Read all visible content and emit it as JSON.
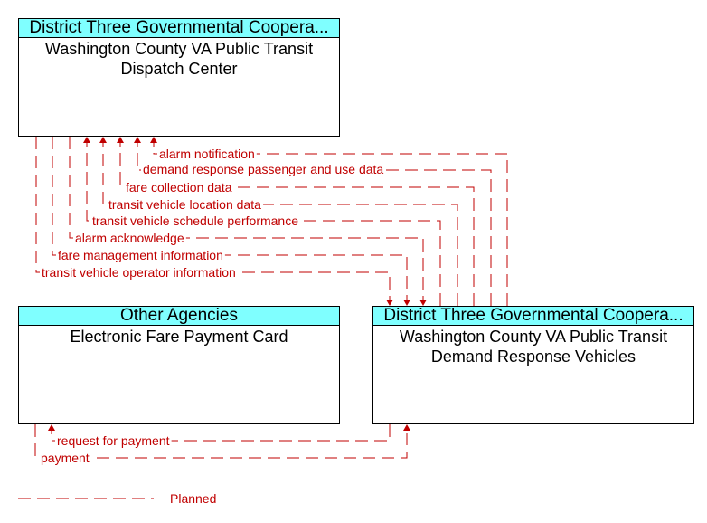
{
  "nodes": {
    "dispatch": {
      "header": "District Three Governmental Coopera...",
      "title": "Washington County VA Public Transit Dispatch Center"
    },
    "other": {
      "header": "Other Agencies",
      "title": "Electronic Fare Payment Card"
    },
    "vehicles": {
      "header": "District Three Governmental Coopera...",
      "title": "Washington County VA Public Transit Demand Response Vehicles"
    }
  },
  "flows": {
    "alarm_notification": "alarm notification",
    "demand_response": "demand response passenger and use data",
    "fare_collection": "fare collection data",
    "vehicle_location": "transit vehicle location data",
    "schedule_performance": "transit vehicle schedule performance",
    "alarm_ack": "alarm acknowledge",
    "fare_management": "fare management information",
    "operator_info": "transit vehicle operator information",
    "request_payment": "request for payment",
    "payment": "payment"
  },
  "legend": {
    "planned": "Planned"
  },
  "colors": {
    "header_fill": "#7fffff",
    "flow_planned": "#c00000"
  }
}
